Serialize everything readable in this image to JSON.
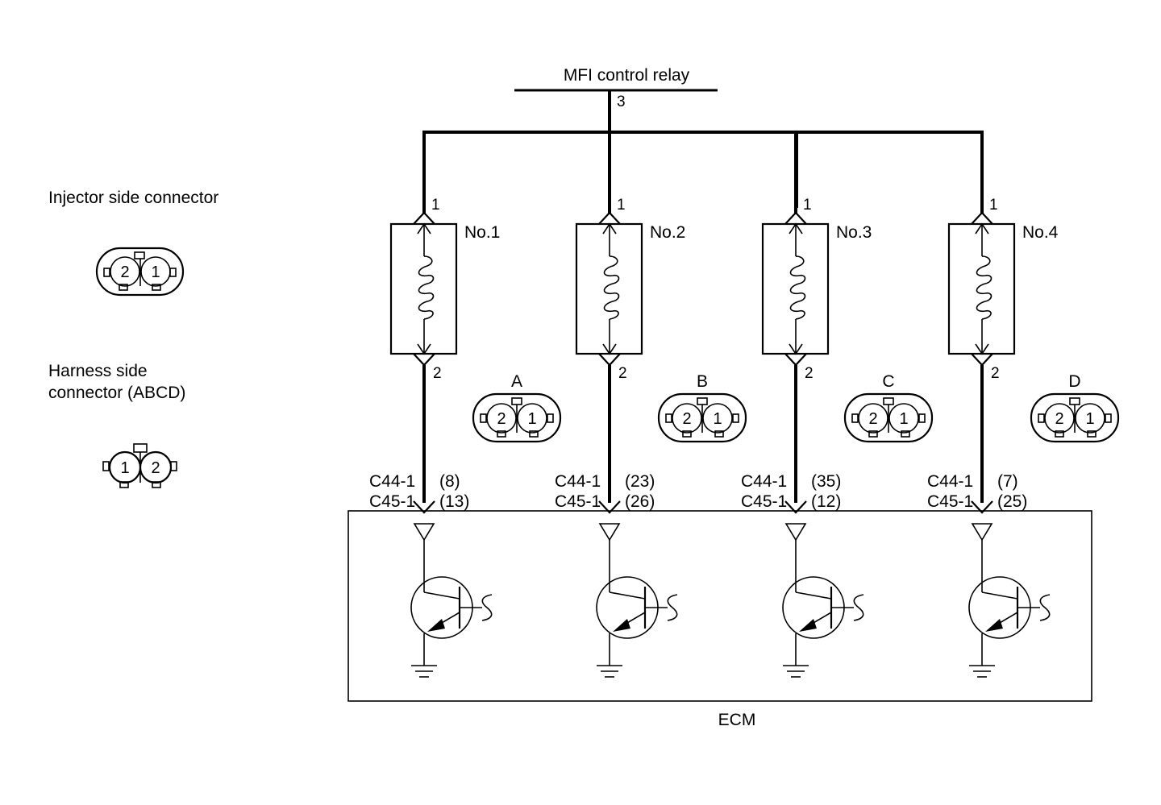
{
  "relay": {
    "label": "MFI control relay",
    "pin": "3"
  },
  "legend": {
    "injector_title": "Injector side connector",
    "injector_pins": [
      "2",
      "1"
    ],
    "harness_title_1": "Harness side",
    "harness_title_2": "connector (ABCD)",
    "harness_pins": [
      "1",
      "2"
    ]
  },
  "injectors": [
    {
      "name": "No.1",
      "pin_top": "1",
      "pin_bottom": "2",
      "connector": "A",
      "conn_pins": [
        "2",
        "1"
      ],
      "c44": "C44-1",
      "c44_num": "(8)",
      "c45": "C45-1",
      "c45_num": "(13)"
    },
    {
      "name": "No.2",
      "pin_top": "1",
      "pin_bottom": "2",
      "connector": "B",
      "conn_pins": [
        "2",
        "1"
      ],
      "c44": "C44-1",
      "c44_num": "(23)",
      "c45": "C45-1",
      "c45_num": "(26)"
    },
    {
      "name": "No.3",
      "pin_top": "1",
      "pin_bottom": "2",
      "connector": "C",
      "conn_pins": [
        "2",
        "1"
      ],
      "c44": "C44-1",
      "c44_num": "(35)",
      "c45": "C45-1",
      "c45_num": "(12)"
    },
    {
      "name": "No.4",
      "pin_top": "1",
      "pin_bottom": "2",
      "connector": "D",
      "conn_pins": [
        "2",
        "1"
      ],
      "c44": "C44-1",
      "c44_num": "(7)",
      "c45": "C45-1",
      "c45_num": "(25)"
    }
  ],
  "ecm": {
    "label": "ECM"
  }
}
